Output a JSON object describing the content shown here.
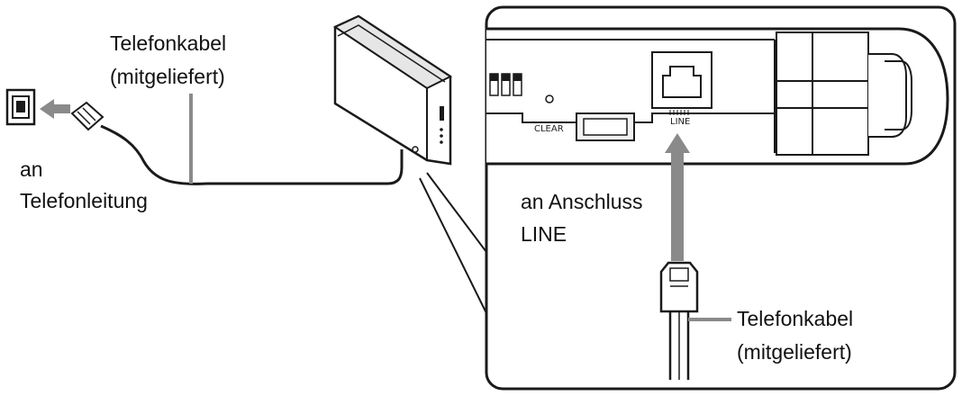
{
  "labels": {
    "cable_top": [
      "Telefonkabel",
      "(mitgeliefert)"
    ],
    "phone_line": [
      "an",
      "Telefonleitung"
    ],
    "port_line": [
      "an Anschluss",
      "LINE"
    ],
    "cable_right": [
      "Telefonkabel",
      "(mitgeliefert)"
    ],
    "device_clear": "CLEAR",
    "device_line": "LINE"
  },
  "colors": {
    "line": "#1a1a1a",
    "arrow": "#8a8a8a",
    "device_fill": "#ffffff",
    "device_shade": "#e6e6e6"
  }
}
